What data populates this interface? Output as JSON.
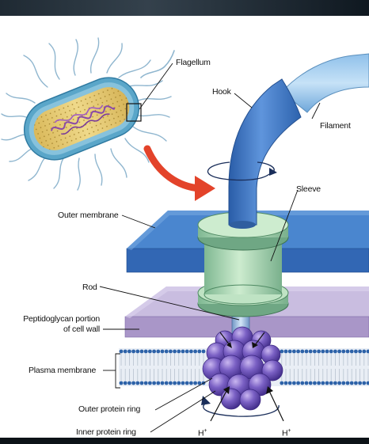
{
  "labels": {
    "flagellum": "Flagellum",
    "hook": "Hook",
    "filament": "Filament",
    "sleeve": "Sleeve",
    "outer_membrane": "Outer membrane",
    "rod": "Rod",
    "peptidoglycan_line1": "Peptidoglycan portion",
    "peptidoglycan_line2": "of cell wall",
    "plasma_membrane": "Plasma membrane",
    "outer_protein_ring": "Outer protein ring",
    "inner_protein_ring": "Inner protein ring",
    "proton_left": "H",
    "proton_right": "H",
    "proton_charge": "+"
  },
  "colors": {
    "outer_membrane": "#3a73c0",
    "peptidoglycan": "#a996c8",
    "plasma_head": "#2d62a8",
    "hook": "#3f79c6",
    "sleeve": "#a7d4b0",
    "protein_ring": "#6a55b4",
    "arrow": "#e3432a"
  }
}
